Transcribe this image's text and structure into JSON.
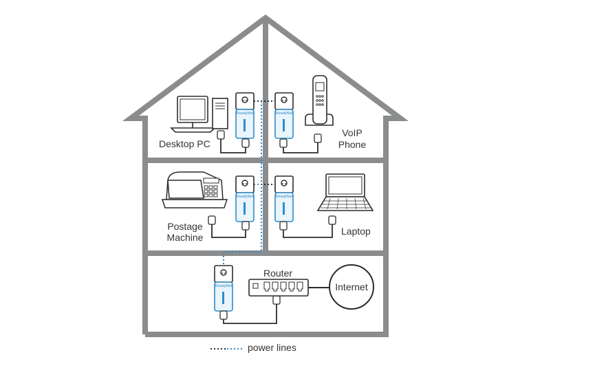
{
  "colors": {
    "house": "#8a8c8e",
    "device": "#2b2b2b",
    "accent": "#2e8bc9",
    "adapter_fill": "#e9f4fb",
    "text": "#333333"
  },
  "adapter_brand": "ReadyNet",
  "labels": {
    "desktop_pc": "Desktop PC",
    "voip_line1": "VoIP",
    "voip_line2": "Phone",
    "postage_line1": "Postage",
    "postage_line2": "Machine",
    "laptop": "Laptop",
    "router": "Router",
    "internet": "Internet"
  },
  "legend": {
    "label": "power lines"
  },
  "icons": [
    "desktop-pc-icon",
    "voip-phone-icon",
    "postage-machine-icon",
    "laptop-icon",
    "router-icon",
    "internet-cloud-icon",
    "powerline-adapter-icon",
    "ethernet-plug-icon",
    "wall-outlet-icon"
  ]
}
